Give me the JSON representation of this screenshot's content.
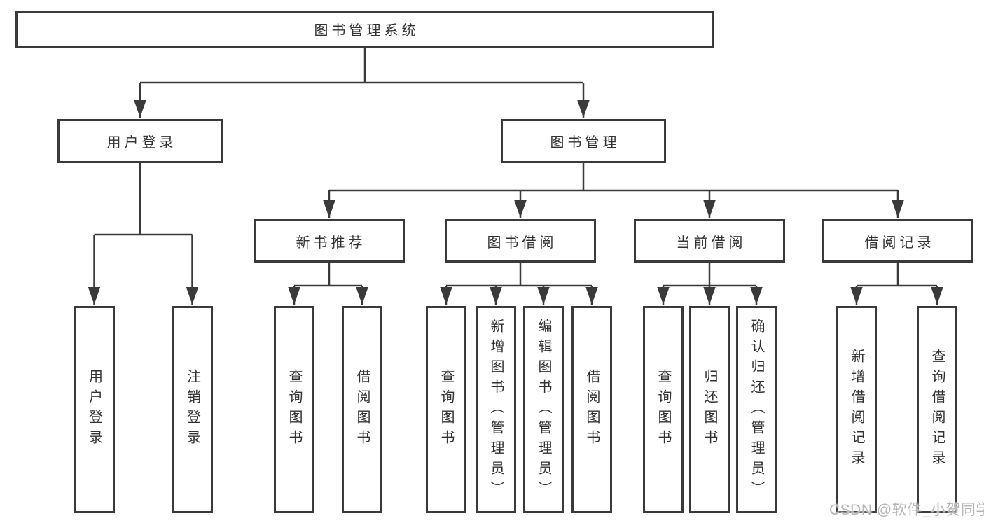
{
  "tree": {
    "root": {
      "label": "图书管理系统"
    },
    "level2": [
      {
        "label": "用户登录",
        "children": [
          {
            "label": "用户登录"
          },
          {
            "label": "注销登录"
          }
        ]
      },
      {
        "label": "图书管理",
        "children": [
          {
            "label": "新书推荐",
            "children": [
              {
                "label": "查询图书"
              },
              {
                "label": "借阅图书"
              }
            ]
          },
          {
            "label": "图书借阅",
            "children": [
              {
                "label": "查询图书"
              },
              {
                "label": "新增图书（管理员）"
              },
              {
                "label": "编辑图书（管理员）"
              },
              {
                "label": "借阅图书"
              }
            ]
          },
          {
            "label": "当前借阅",
            "children": [
              {
                "label": "查询图书"
              },
              {
                "label": "归还图书"
              },
              {
                "label": "确认归还（管理员）"
              }
            ]
          },
          {
            "label": "借阅记录",
            "children": [
              {
                "label": "新增借阅记录"
              },
              {
                "label": "查询借阅记录"
              }
            ]
          }
        ]
      }
    ]
  },
  "watermark": {
    "text": "CSDN @软件_小贺同学"
  },
  "colors": {
    "line": "#3a3a3a",
    "box_border": "#3a3a3a",
    "box_background": "#ffffff",
    "text": "#333333",
    "watermark_text": "#b5b5b5",
    "background": "#ffffff"
  }
}
